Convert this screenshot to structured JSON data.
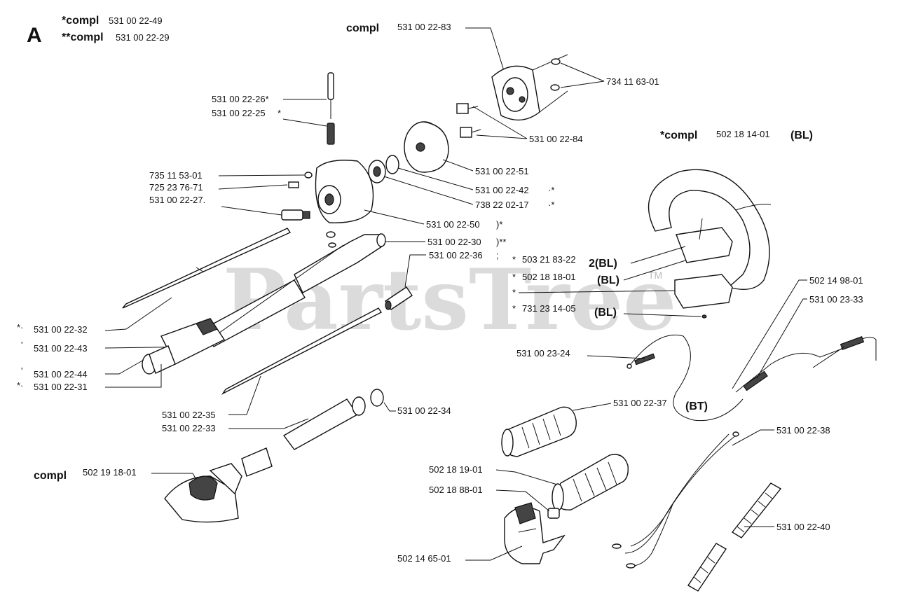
{
  "section": "A",
  "watermark": "PartsTree",
  "trademark": "TM",
  "header": {
    "compl_star_label": "*compl",
    "compl_star_pn": "531 00 22-49",
    "compl_dstar_label": "**compl",
    "compl_dstar_pn": "531 00 22-29"
  },
  "groups": {
    "clutch": {
      "label": "compl",
      "pn": "531 00 22-83"
    },
    "handle": {
      "label": "*compl",
      "pn": "502 18 14-01",
      "suffix": "(BL)"
    },
    "gear": {
      "label": "compl",
      "pn": "502 19 18-01"
    }
  },
  "parts": {
    "p_734_11_63_01": "734 11 63-01",
    "p_531_00_22_84": "531 00 22-84",
    "p_531_00_22_51": "531 00 22-51",
    "p_531_00_22_42": "531 00 22-42",
    "p_738_22_02_17": "738 22 02-17",
    "p_531_00_22_26": "531 00 22-26*",
    "p_531_00_22_25": "531 00 22-25",
    "p_735_11_53_01": "735 11 53-01",
    "p_725_23_76_71": "725 23 76-71",
    "p_531_00_22_27": "531 00 22-27.",
    "p_531_00_22_50": "531 00 22-50",
    "p_531_00_22_30": "531 00 22-30",
    "p_531_00_22_36": "531 00 22-36",
    "p_531_00_22_32": "531 00 22-32",
    "p_531_00_22_43": "531 00 22-43",
    "p_531_00_22_44": "531 00 22-44",
    "p_531_00_22_31": "531 00 22-31",
    "p_531_00_22_35": "531 00 22-35",
    "p_531_00_22_33": "531 00 22-33",
    "p_531_00_22_34": "531 00 22-34",
    "p_503_21_83_22": "503 21 83-22",
    "p_502_18_18_01": "502 18 18-01",
    "p_731_23_14_05": "731 23 14-05",
    "p_502_14_98_01": "502 14 98-01",
    "p_531_00_23_33": "531 00 23-33",
    "p_531_00_23_24": "531 00 23-24",
    "p_531_00_22_37": "531 00 22-37",
    "p_531_00_22_38": "531 00 22-38",
    "p_502_18_19_01": "502 18 19-01",
    "p_502_18_88_01": "502 18 88-01",
    "p_502_14_65_01": "502 14 65-01",
    "p_531_00_22_40": "531 00 22-40"
  },
  "marks": {
    "star": "*",
    "star_paren": ")*",
    "dstar_paren": ")**",
    "dstar": "**",
    "bl": "(BL)",
    "bl_2": "2(BL)",
    "bl_paren": "(BL)",
    "bt": "(BT)",
    "semi": ";",
    "star_dot": "*·",
    "dot_star": "·*",
    "quote": "'"
  }
}
